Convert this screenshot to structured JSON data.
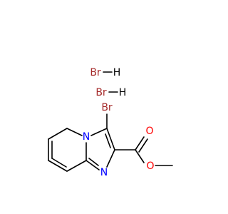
{
  "colors": {
    "background": "#ffffff",
    "bond": "#000000",
    "carbon": "#000000",
    "bromine": "#a52a2a",
    "nitrogen": "#0000ff",
    "oxygen": "#ff0000"
  },
  "salt": [
    {
      "element": "Br",
      "partner": "H"
    },
    {
      "element": "Br",
      "partner": "H"
    }
  ],
  "atoms": {
    "br_substituent": "Br",
    "n_bridgehead": "N",
    "n_ring": "N",
    "o_carbonyl": "O",
    "o_ester": "O"
  }
}
